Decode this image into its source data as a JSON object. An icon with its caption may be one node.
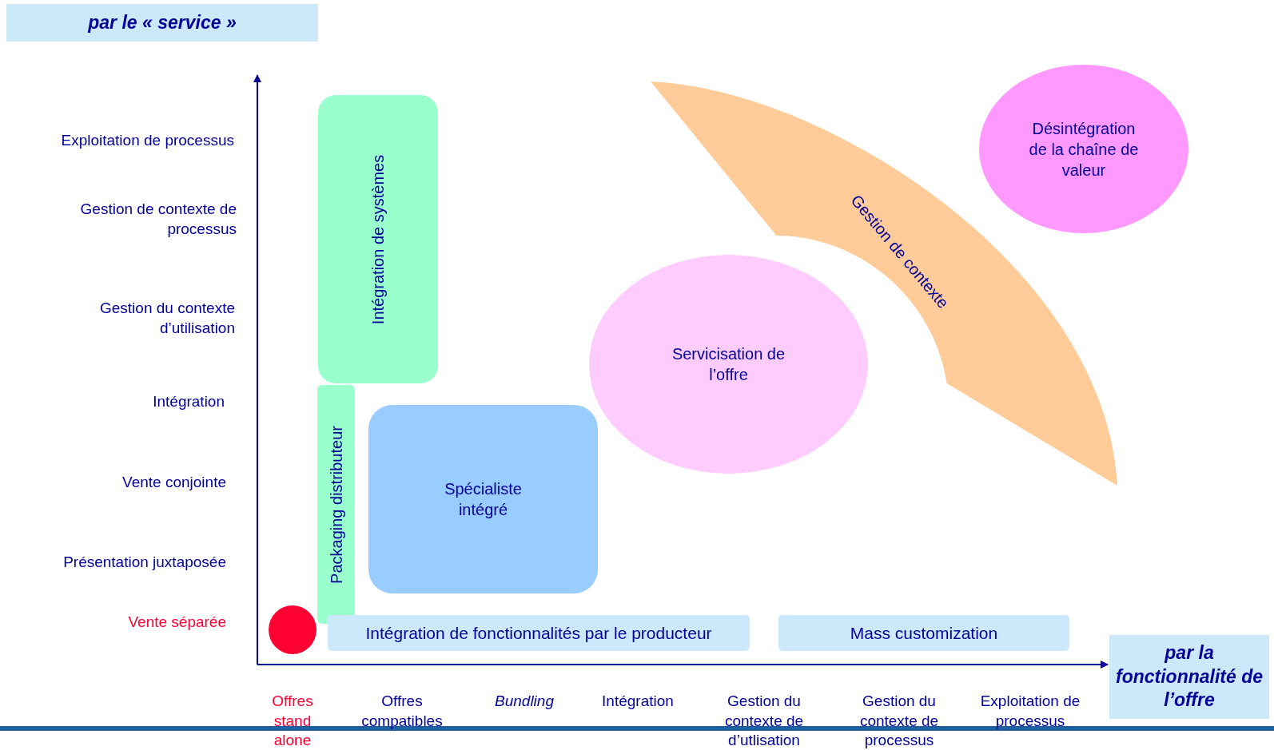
{
  "diagram": {
    "nodes": [
      {
        "text": [
          "par le « service »"
        ]
      },
      {
        "text": [
          "Intégration de systèmes"
        ]
      },
      {
        "text": [
          "Gestion de contexte"
        ]
      },
      {
        "text": [
          "Désintégration de la chaîne de valeur"
        ]
      },
      {
        "text": [
          "Servicisation de l’offre"
        ]
      },
      {
        "text": [
          "Packaging distributeur"
        ]
      },
      {
        "text": [
          "Spécialiste intégré"
        ]
      },
      {
        "text": [],
        "shape": "circle"
      },
      {
        "text": [
          "Intégration de fonctionnalités par le producteur"
        ]
      },
      {
        "text": [
          "Mass customization"
        ]
      },
      {
        "text": [
          "par la fonctionnalité de l’offre"
        ]
      }
    ],
    "edges": [],
    "labels": [
      "Exploitation de processus",
      "Gestion de contexte de processus",
      "Gestion du contexte d’utilisation",
      "Intégration",
      "Vente conjointe",
      "Présentation juxtaposée",
      "Vente séparée",
      "Offres stand alone",
      "Offres compatibles",
      "Bundling",
      "Intégration",
      "Gestion du contexte de d’utlisation",
      "Gestion du contexte de processus",
      "Exploitation de processus"
    ]
  }
}
